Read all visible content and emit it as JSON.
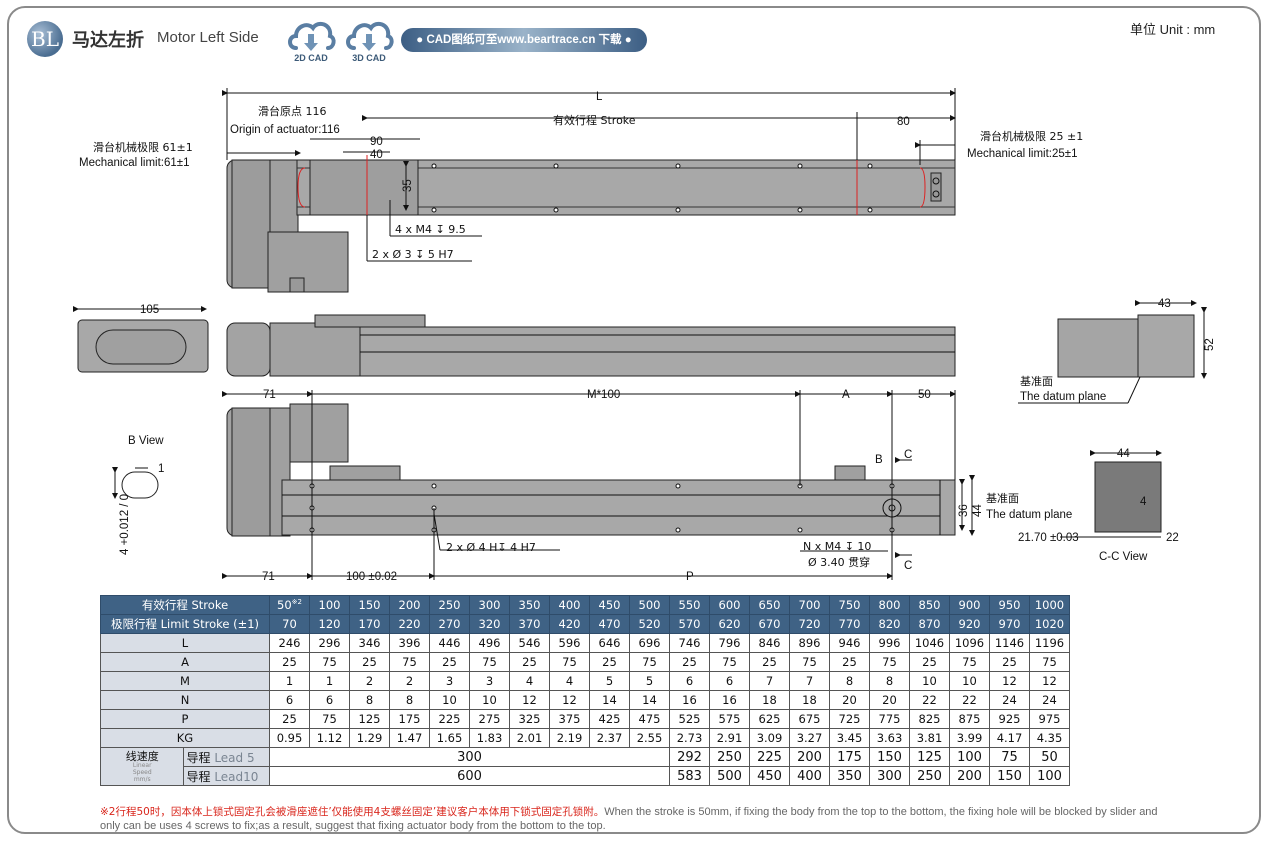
{
  "header": {
    "badge": "BL",
    "title_cn": "马达左折",
    "title_en": "Motor Left Side",
    "cad_buttons": [
      {
        "label": "2D CAD",
        "icon": "cloud-download-icon"
      },
      {
        "label": "3D CAD",
        "icon": "cloud-download-icon"
      }
    ],
    "download_pill": "● CAD图纸可至www.beartrace.cn 下载 ●",
    "unit": "单位 Unit : mm"
  },
  "top_view": {
    "L": "L",
    "origin_cn": "滑台原点 116",
    "origin_en": "Origin of actuator:116",
    "mech_left_cn": "滑台机械极限 61±1",
    "mech_left_en": "Mechanical limit:61±1",
    "stroke": "有效行程 Stroke",
    "dim_80": "80",
    "mech_right_cn": "滑台机械极限 25 ±1",
    "mech_right_en": "Mechanical limit:25±1",
    "dim_90": "90",
    "dim_40": "40",
    "dim_35": "35",
    "note_m4": "4 x M4 ↧ 9.5",
    "note_pin": "2 x Ø 3 ↧ 5 H7"
  },
  "side_view": {
    "dim_105": "105",
    "dim_43": "43",
    "dim_52": "52",
    "datum_cn": "基准面",
    "datum_en": "The datum plane"
  },
  "bottom_view": {
    "dim_71_top": "71",
    "m100": "M*100",
    "A": "A",
    "dim_50": "50",
    "B": "B",
    "C": "C",
    "dim_36": "36",
    "dim_44": "44",
    "datum_cn": "基准面",
    "datum_en": "The datum plane",
    "hole_note": "2 x Ø 4 H↧ 4 H7",
    "n_note": "N x M4 ↧ 10",
    "through_note": "Ø 3.40 贯穿",
    "dim_71_bottom": "71",
    "dim_100": "100 ±0.02",
    "P": "P",
    "b_view_title": "B View",
    "b_view_dim1": "1",
    "b_view_tol": "4 +0.012 / 0"
  },
  "cc_view": {
    "dim_44": "44",
    "dim_4": "4",
    "dim_2170": "21.70 ±0.03",
    "dim_22": "22",
    "title": "C-C View"
  },
  "spec_table": {
    "rows": [
      {
        "label": "有效行程 Stroke",
        "values": [
          "50※2",
          "100",
          "150",
          "200",
          "250",
          "300",
          "350",
          "400",
          "450",
          "500",
          "550",
          "600",
          "650",
          "700",
          "750",
          "800",
          "850",
          "900",
          "950",
          "1000"
        ]
      },
      {
        "label": "极限行程 Limit Stroke (±1)",
        "values": [
          "70",
          "120",
          "170",
          "220",
          "270",
          "320",
          "370",
          "420",
          "470",
          "520",
          "570",
          "620",
          "670",
          "720",
          "770",
          "820",
          "870",
          "920",
          "970",
          "1020"
        ]
      },
      {
        "label": "L",
        "values": [
          "246",
          "296",
          "346",
          "396",
          "446",
          "496",
          "546",
          "596",
          "646",
          "696",
          "746",
          "796",
          "846",
          "896",
          "946",
          "996",
          "1046",
          "1096",
          "1146",
          "1196"
        ]
      },
      {
        "label": "A",
        "values": [
          "25",
          "75",
          "25",
          "75",
          "25",
          "75",
          "25",
          "75",
          "25",
          "75",
          "25",
          "75",
          "25",
          "75",
          "25",
          "75",
          "25",
          "75",
          "25",
          "75"
        ]
      },
      {
        "label": "M",
        "values": [
          "1",
          "1",
          "2",
          "2",
          "3",
          "3",
          "4",
          "4",
          "5",
          "5",
          "6",
          "6",
          "7",
          "7",
          "8",
          "8",
          "10",
          "10",
          "12",
          "12"
        ]
      },
      {
        "label": "N",
        "values": [
          "6",
          "6",
          "8",
          "8",
          "10",
          "10",
          "12",
          "12",
          "14",
          "14",
          "16",
          "16",
          "18",
          "18",
          "20",
          "20",
          "22",
          "22",
          "24",
          "24"
        ]
      },
      {
        "label": "P",
        "values": [
          "25",
          "75",
          "125",
          "175",
          "225",
          "275",
          "325",
          "375",
          "425",
          "475",
          "525",
          "575",
          "625",
          "675",
          "725",
          "775",
          "825",
          "875",
          "925",
          "975"
        ]
      },
      {
        "label": "KG",
        "values": [
          "0.95",
          "1.12",
          "1.29",
          "1.47",
          "1.65",
          "1.83",
          "2.01",
          "2.19",
          "2.37",
          "2.55",
          "2.73",
          "2.91",
          "3.09",
          "3.27",
          "3.45",
          "3.63",
          "3.81",
          "3.99",
          "4.17",
          "4.35"
        ]
      }
    ],
    "speed": {
      "label_cn": "线速度",
      "label_en": [
        "Linear",
        "Speed",
        "mm/s"
      ],
      "lead5": {
        "cn": "导程",
        "en": "Lead 5",
        "merged": "300",
        "values": [
          "292",
          "250",
          "225",
          "200",
          "175",
          "150",
          "125",
          "100",
          "75",
          "50"
        ]
      },
      "lead10": {
        "cn": "导程",
        "en": "Lead10",
        "merged": "600",
        "values": [
          "583",
          "500",
          "450",
          "400",
          "350",
          "300",
          "250",
          "200",
          "150",
          "100"
        ]
      }
    }
  },
  "footnote": {
    "cn": "※2行程50时，因本体上锁式固定孔会被滑座遮住’仅能使用4支螺丝固定’建议客户本体用下锁式固定孔锁附。",
    "en": "When the stroke is 50mm, if fixing the body from the top to the bottom, the fixing hole will be blocked by slider and only can be uses 4 screws to fix;as a result, suggest that fixing actuator body from the bottom to the top."
  }
}
